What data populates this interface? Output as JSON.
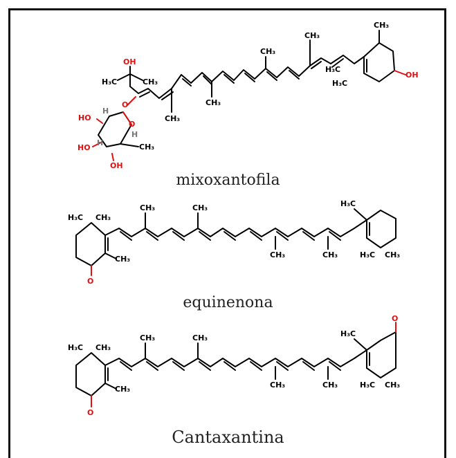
{
  "compounds": [
    {
      "name": "mixoxantofila"
    },
    {
      "name": "equinenona"
    },
    {
      "name": "Cantaxantina"
    }
  ],
  "colors": {
    "bond": "#000000",
    "oxygen": "#e01010",
    "frame": "#111111"
  }
}
